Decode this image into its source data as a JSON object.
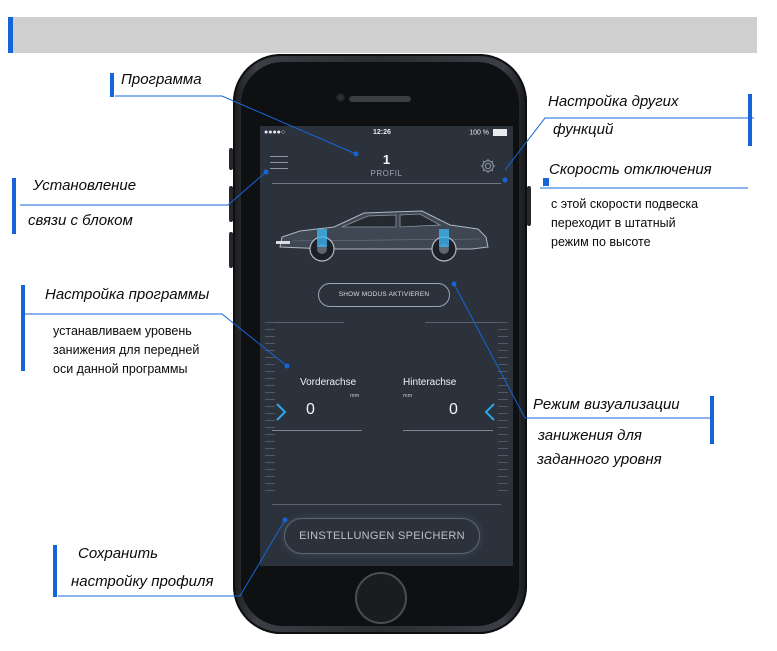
{
  "phone": {
    "status_bar": {
      "signal": "●●●●○",
      "time": "12:26",
      "battery": "100 %"
    },
    "header": {
      "profile_number": "1",
      "profile_label": "PROFIL"
    },
    "buttons": {
      "show_modus": "SHOW MODUS AKTIVIEREN",
      "save": "EINSTELLUNGEN SPEICHERN"
    },
    "axles": [
      {
        "label": "Vorderachse",
        "unit": "mm",
        "value": "0"
      },
      {
        "label": "Hinterachse",
        "unit": "mm",
        "value": "0"
      }
    ]
  },
  "annotations": {
    "programma": "Программа",
    "connect_line1": "Установление",
    "connect_line2": "связи с блоком",
    "other_line1": "Настройка других",
    "other_line2": "функций",
    "speed_title": "Скорость отключения",
    "speed_desc_1": "с этой скорости подвеска",
    "speed_desc_2": "переходит в штатный",
    "speed_desc_3": "режим по высоте",
    "prog_setup_title": "Настройка программы",
    "prog_setup_desc_1": "устанавливаем уровень",
    "prog_setup_desc_2": "занижения для передней",
    "prog_setup_desc_3": "оси данной программы",
    "viz_line1": "Режим визуализации",
    "viz_line2": "занижения для",
    "viz_line3": "заданного уровня",
    "save_line1": "Сохранить",
    "save_line2": "настройку профиля"
  },
  "colors": {
    "accent": "#1565d8",
    "screen_bg": "#2c323c",
    "chevron": "#2fa6e8",
    "header_bar": "#cfcfcf"
  }
}
